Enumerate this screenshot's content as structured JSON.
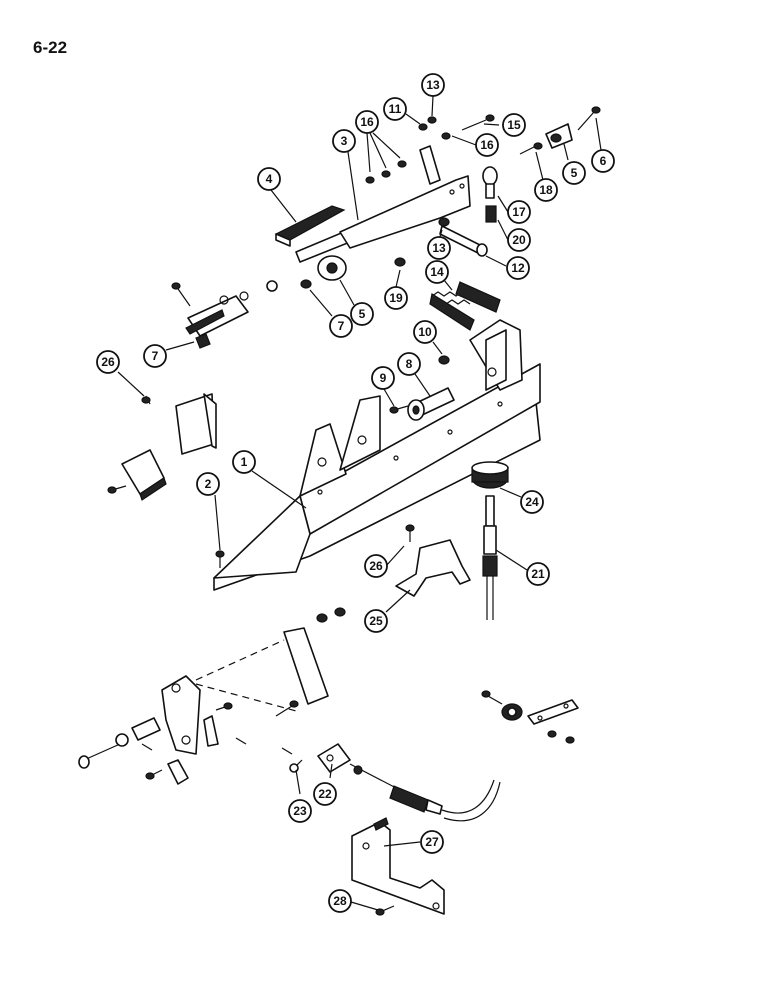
{
  "page": {
    "label": "6-22"
  },
  "callouts": [
    {
      "id": "c13a",
      "number": "13"
    },
    {
      "id": "c11",
      "number": "11"
    },
    {
      "id": "c16a",
      "number": "16"
    },
    {
      "id": "c3",
      "number": "3"
    },
    {
      "id": "c15",
      "number": "15"
    },
    {
      "id": "c16b",
      "number": "16"
    },
    {
      "id": "c6",
      "number": "6"
    },
    {
      "id": "c5a",
      "number": "5"
    },
    {
      "id": "c18",
      "number": "18"
    },
    {
      "id": "c4",
      "number": "4"
    },
    {
      "id": "c17",
      "number": "17"
    },
    {
      "id": "c20",
      "number": "20"
    },
    {
      "id": "c13b",
      "number": "13"
    },
    {
      "id": "c12",
      "number": "12"
    },
    {
      "id": "c14",
      "number": "14"
    },
    {
      "id": "c19",
      "number": "19"
    },
    {
      "id": "c5b",
      "number": "5"
    },
    {
      "id": "c7a",
      "number": "7"
    },
    {
      "id": "c10",
      "number": "10"
    },
    {
      "id": "c7b",
      "number": "7"
    },
    {
      "id": "c26a",
      "number": "26"
    },
    {
      "id": "c8",
      "number": "8"
    },
    {
      "id": "c9",
      "number": "9"
    },
    {
      "id": "c1",
      "number": "1"
    },
    {
      "id": "c2",
      "number": "2"
    },
    {
      "id": "c24",
      "number": "24"
    },
    {
      "id": "c26b",
      "number": "26"
    },
    {
      "id": "c21",
      "number": "21"
    },
    {
      "id": "c25",
      "number": "25"
    },
    {
      "id": "c23",
      "number": "23"
    },
    {
      "id": "c22",
      "number": "22"
    },
    {
      "id": "c27",
      "number": "27"
    },
    {
      "id": "c28",
      "number": "28"
    }
  ]
}
